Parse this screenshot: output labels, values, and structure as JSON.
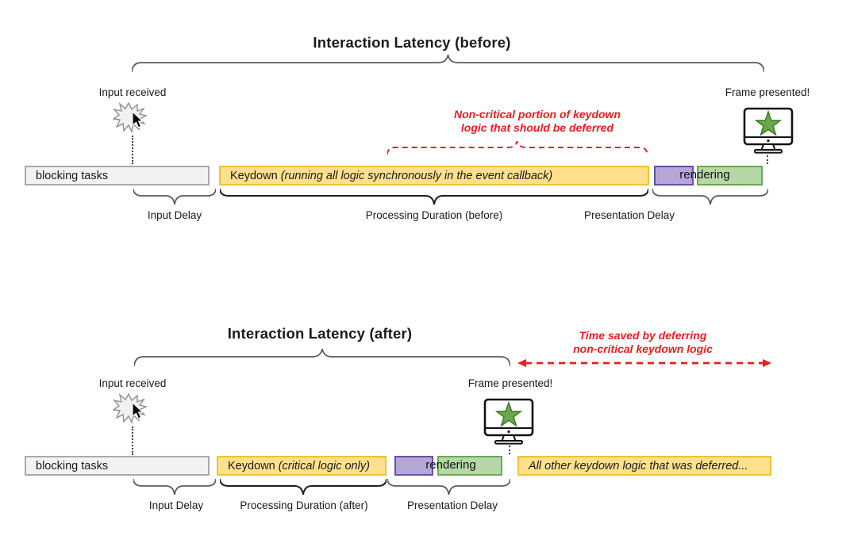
{
  "colors": {
    "accent_red": "#ee1c1c",
    "task_yellow_fill": "#ffe08c",
    "task_yellow_border": "#f1c232",
    "task_purple_fill": "#b4a7d6",
    "task_purple_border": "#674ea7",
    "task_green_fill": "#b6d7a8",
    "task_green_border": "#6aa84f",
    "task_gray_fill": "#f2f2f2",
    "task_gray_border": "#a9a9a9",
    "brace_gray": "#595959",
    "brace_dark": "#1f1f1f",
    "star_green": "#6aa84f"
  },
  "icons": {
    "input": "click-burst-icon",
    "cursor": "mouse-cursor-icon",
    "frame": "monitor-with-star-icon"
  },
  "top": {
    "title": "Interaction Latency (before)",
    "input_received": "Input received",
    "frame_presented": "Frame presented!",
    "note": {
      "line1": "Non-critical portion of keydown",
      "line2": "logic that should be deferred"
    },
    "bars": {
      "blocking": "blocking tasks",
      "keydown_name": "Keydown ",
      "keydown_detail": "(running all logic synchronously in the event callback)",
      "rendering": "rendering"
    },
    "labels": {
      "input_delay": "Input Delay",
      "processing": "Processing Duration (before)",
      "presentation": "Presentation Delay"
    }
  },
  "bottom": {
    "title": "Interaction Latency (after)",
    "input_received": "Input received",
    "frame_presented": "Frame presented!",
    "note": {
      "line1": "Time saved by deferring",
      "line2": "non-critical keydown logic"
    },
    "bars": {
      "blocking": "blocking tasks",
      "keydown_name": "Keydown ",
      "keydown_detail": "(critical logic only)",
      "rendering": "rendering",
      "deferred": "All other keydown logic that was deferred..."
    },
    "labels": {
      "input_delay": "Input Delay",
      "processing": "Processing Duration (after)",
      "presentation": "Presentation Delay"
    }
  }
}
